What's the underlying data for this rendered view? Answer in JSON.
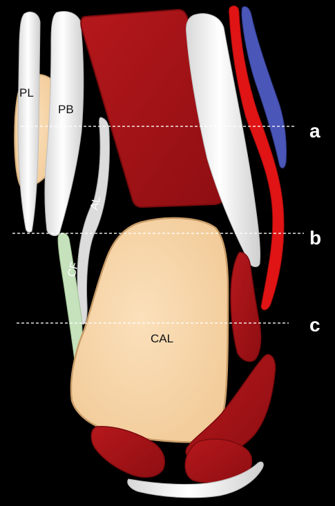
{
  "labels": {
    "pl": "PL",
    "pb": "PB",
    "al": "AL",
    "cf": "CF",
    "cal": "CAL"
  },
  "levels": {
    "a": "a",
    "b": "b",
    "c": "c"
  },
  "colors": {
    "background": "#000000",
    "tendon": "#ffffff",
    "muscle": "#a51418",
    "bone": "#f6d5a8",
    "ligament_cf": "#c6e2bd",
    "ligament_al": "#d9d9d9",
    "artery": "#e01414",
    "vein": "#4a56b8",
    "guide_line": "#ffffff"
  }
}
